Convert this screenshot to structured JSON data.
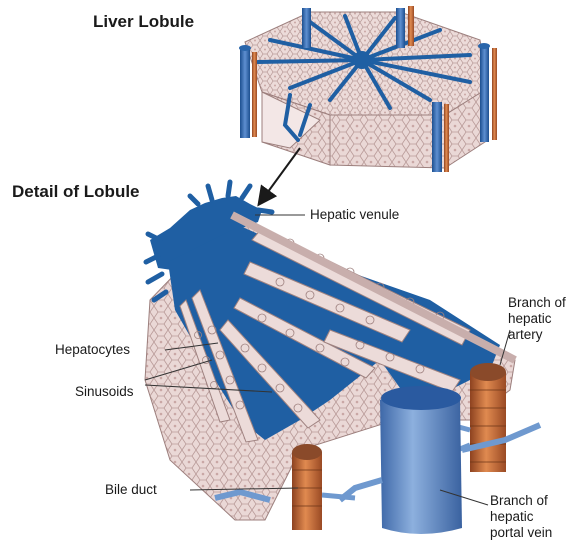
{
  "titles": {
    "liver_lobule": "Liver Lobule",
    "detail_of_lobule": "Detail of Lobule"
  },
  "labels": {
    "hepatic_venule": "Hepatic venule",
    "hepatocytes": "Hepatocytes",
    "sinusoids": "Sinusoids",
    "bile_duct": "Bile duct",
    "hepatic_artery": [
      "Branch of",
      "hepatic",
      "artery"
    ],
    "portal_vein": [
      "Branch of",
      "hepatic",
      "portal vein"
    ]
  },
  "colors": {
    "vein_blue": "#1f5fa3",
    "vein_dark": "#17467d",
    "tissue_pink": "#e8d5d3",
    "cell_outline": "#b79a98",
    "artery_orange": "#c0622b",
    "bile_brown": "#8a4a2a",
    "portal_vein_blue": "#5b86c4"
  }
}
